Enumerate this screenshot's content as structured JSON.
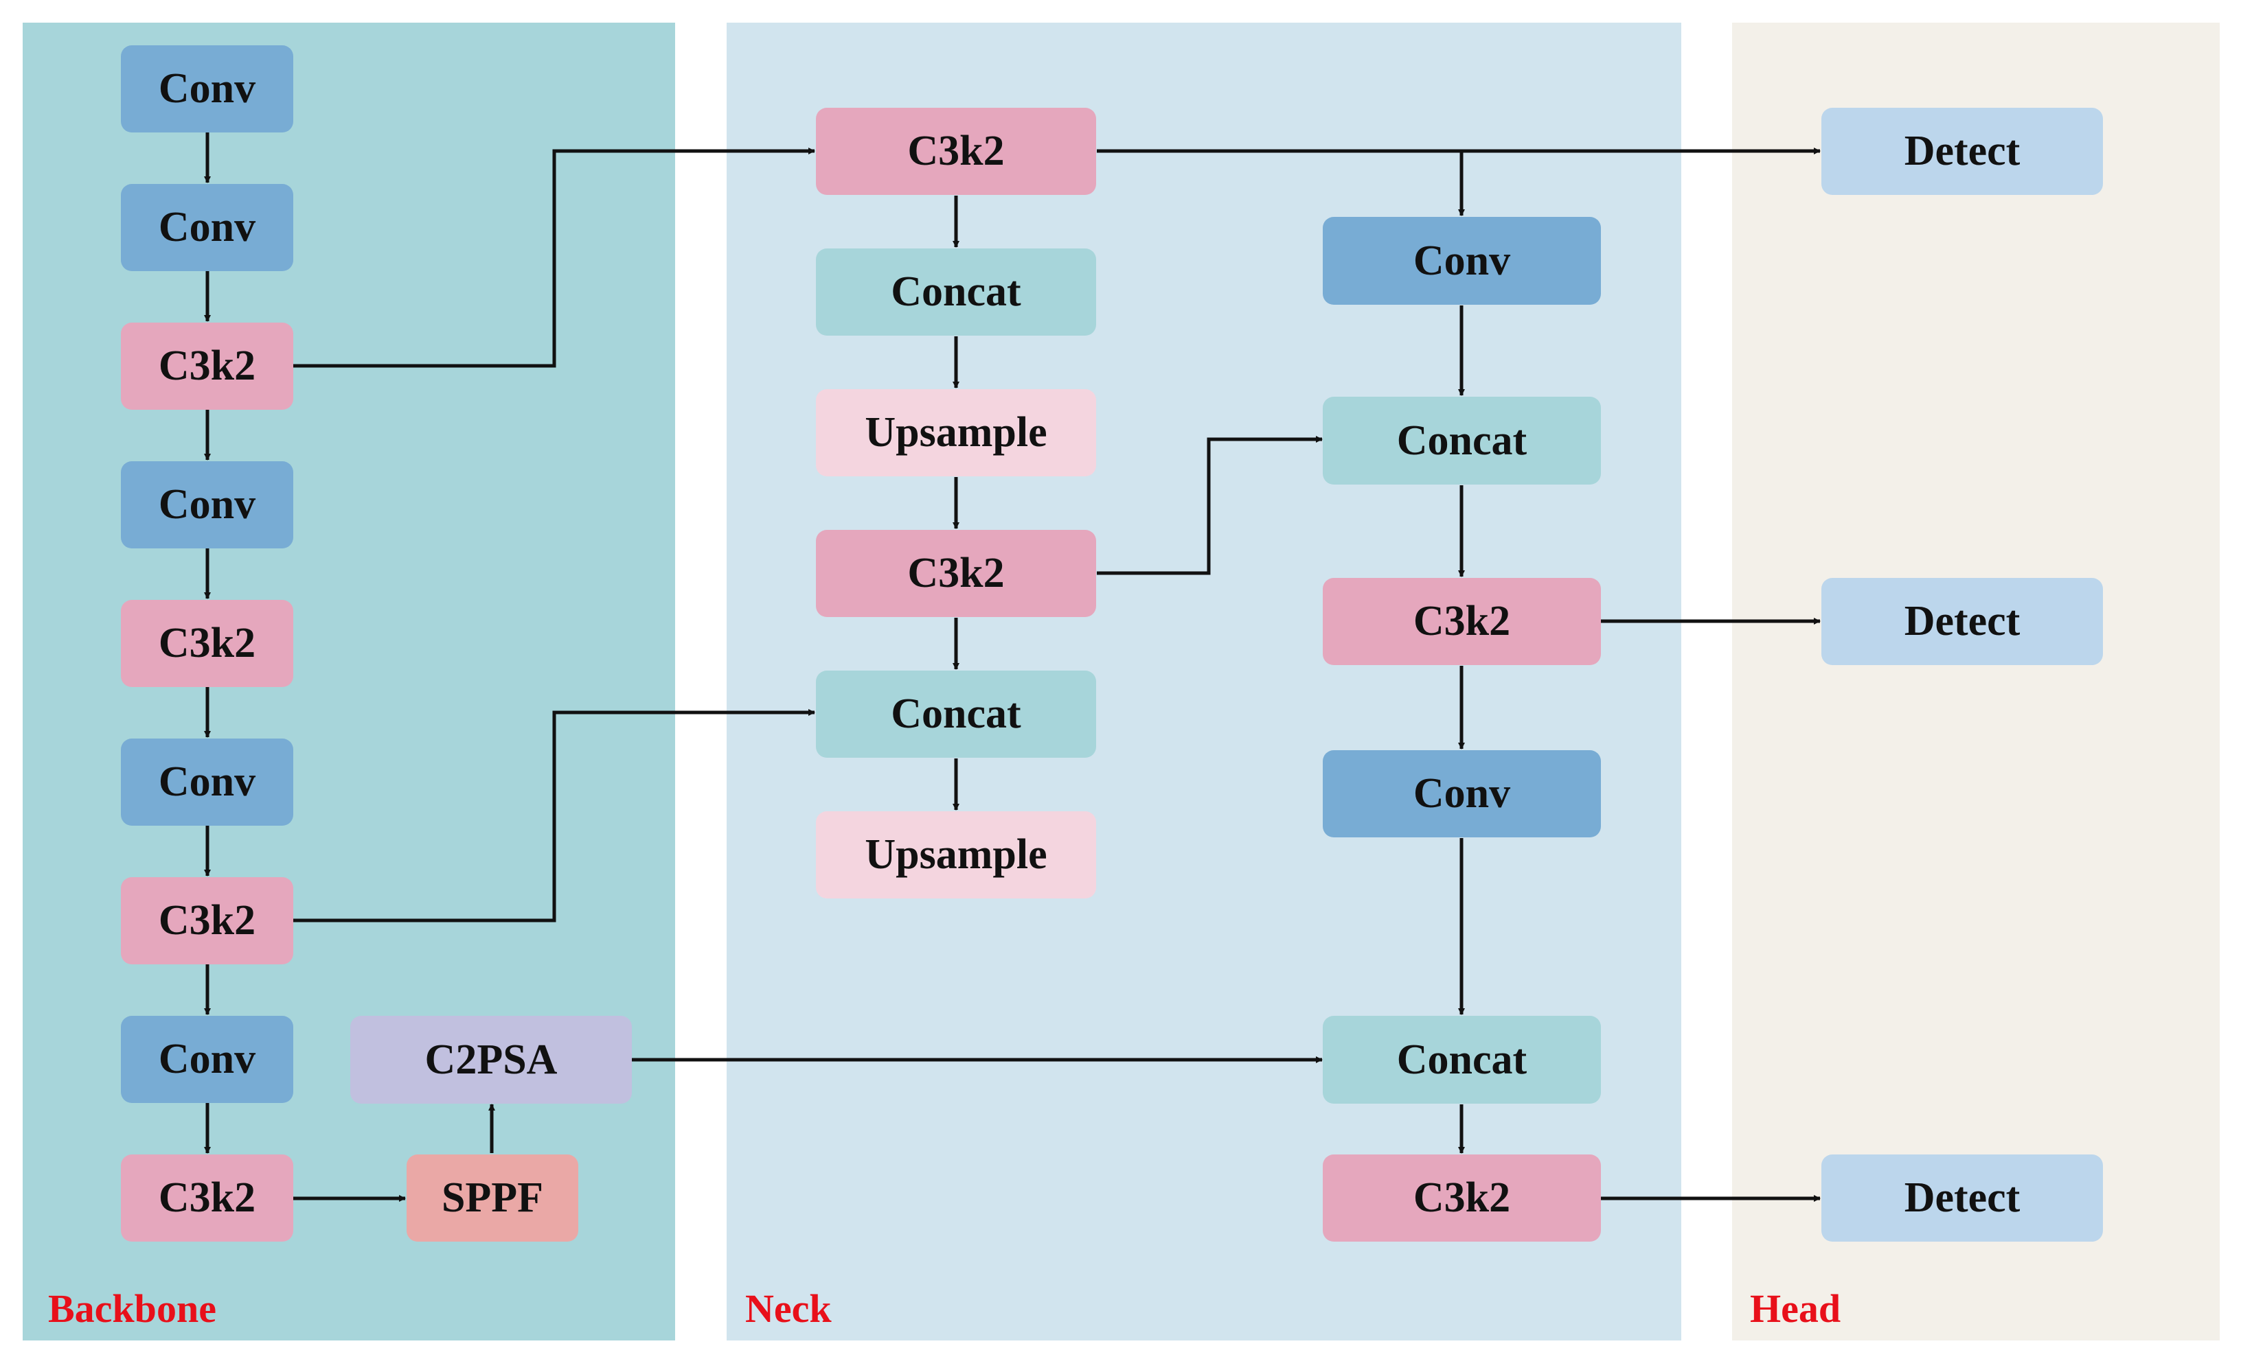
{
  "colors": {
    "conv": "#78acd4",
    "c3k2": "#e5a7bd",
    "concat": "#a7d5da",
    "upsample": "#f4d5df",
    "c2psa": "#c1c0df",
    "sppf": "#eaa8a6",
    "detect": "#bcd6ec",
    "backbone_bg": "#a7d5da",
    "neck_bg": "#d1e4ee",
    "head_bg": "#f3f0e9",
    "label_red": "#e8101a",
    "arrow": "#111111"
  },
  "sections": {
    "backbone": "Backbone",
    "neck": "Neck",
    "head": "Head"
  },
  "backbone": {
    "b1": "Conv",
    "b2": "Conv",
    "b3": "C3k2",
    "b4": "Conv",
    "b5": "C3k2",
    "b6": "Conv",
    "b7": "C3k2",
    "b8": "Conv",
    "b9": "C3k2",
    "sppf": "SPPF",
    "c2psa": "C2PSA"
  },
  "neck": {
    "n1": "C3k2",
    "n2": "Concat",
    "n3": "Upsample",
    "n4": "C3k2",
    "n5": "Concat",
    "n6": "Upsample",
    "m1": "Conv",
    "m2": "Concat",
    "m3": "C3k2",
    "m4": "Conv",
    "m5": "Concat",
    "m6": "C3k2"
  },
  "head": {
    "d1": "Detect",
    "d2": "Detect",
    "d3": "Detect"
  }
}
